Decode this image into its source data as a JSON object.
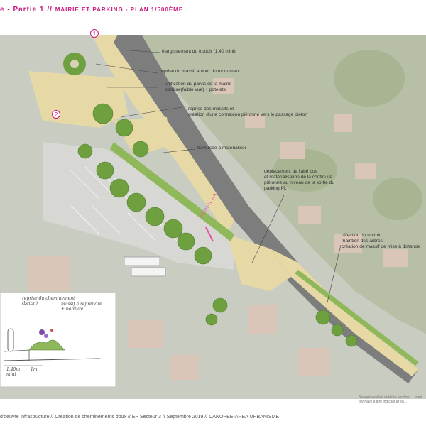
{
  "header": {
    "title_prefix": "e - ",
    "title_part": "Partie 1",
    "title_sep": " // ",
    "title_place": "mairie et parking",
    "title_plan": " - plan 1/500ème"
  },
  "markers": [
    "1",
    "2"
  ],
  "annotations": {
    "a1": "élargissement du trottoir (1.40 mini)",
    "a2": "reprise du massif autour du monument",
    "a3": "unification du parvis de la mairie",
    "a3b": "bordure(faible vue) + potelets",
    "a4": "reprise des massifs et",
    "a4b": "création d'une connexion piétonne vers le passage piéton",
    "a5": "traversée à matérialiser",
    "a6": "déplacement de l'abri bus",
    "a6b": "et matérialisation de la continuité",
    "a6c": "piétonne au niveau de la sortie du",
    "a6d": "parking PL",
    "a7": "réfection du trottoir",
    "a7b": "maintien des arbres",
    "a7c": "création de massif de mise à distance"
  },
  "profil_label": "PROFIL AA",
  "sketch": {
    "n1": "reprise du cheminement",
    "n1b": "(béton)",
    "n2": "massif à reprendre",
    "n2b": "+ bordure",
    "n3": "1.40m",
    "n3b": "mini",
    "n4": "1m"
  },
  "disclaimer": "*l'esquisse était réalisée sur fond ... sont données à titre indicatif et so...",
  "footer": "d'oeuvre infrastructure //  Création de cheminements doux // EP Secteur 3 // Septembre 2019 // CANOPEE-AREA URBANISME",
  "colors": {
    "accent": "#c8177e",
    "paving": "#e6d9a6",
    "road": "#7d7d7d",
    "green": "#7fae4a"
  }
}
